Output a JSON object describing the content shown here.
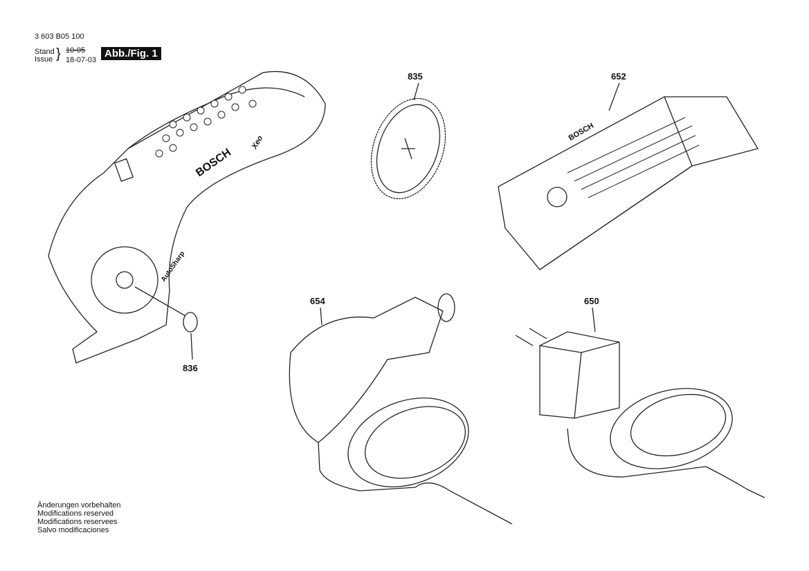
{
  "header": {
    "part_number": "3 603 B05 100",
    "stand_label": "Stand",
    "issue_label": "Issue",
    "old_date": "10-05",
    "issue_date": "18-07-03",
    "figure_label": "Abb./Fig. 1"
  },
  "parts": [
    {
      "number": "835"
    },
    {
      "number": "652"
    },
    {
      "number": "654"
    },
    {
      "number": "650"
    },
    {
      "number": "836"
    }
  ],
  "product_markings": {
    "brand": "BOSCH",
    "model": "Xeo",
    "feature": "AutoSharp",
    "charger_brand": "BOSCH"
  },
  "footer_notes": [
    "Änderungen vorbehalten",
    "Modifications reserved",
    "Modifications reservees",
    "Salvo modificaciones"
  ]
}
